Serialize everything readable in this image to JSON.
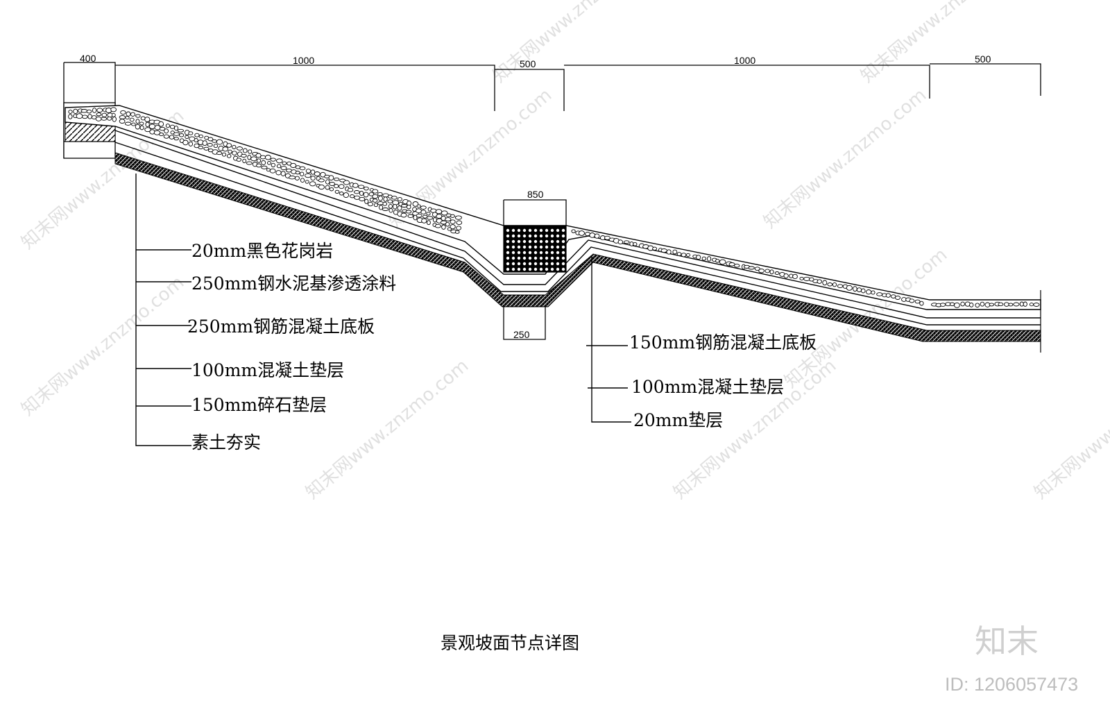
{
  "dimensions": {
    "top": [
      "400",
      "1000",
      "500",
      "1000",
      "500"
    ],
    "channel_top": "850",
    "channel_bottom": "250"
  },
  "callouts_left": [
    "20mm黑色花岗岩",
    "250mm钢水泥基渗透涂料",
    "250mm钢筋混凝土底板",
    "100mm混凝土垫层",
    "150mm碎石垫层",
    "素土夯实"
  ],
  "callouts_right": [
    "150mm钢筋混凝土底板",
    "100mm混凝土垫层",
    "20mm垫层"
  ],
  "title": "景观坡面节点详图",
  "watermark": {
    "brand": "知末",
    "id": "ID: 1206057473",
    "pattern": "知末网www.znzmo.com"
  }
}
